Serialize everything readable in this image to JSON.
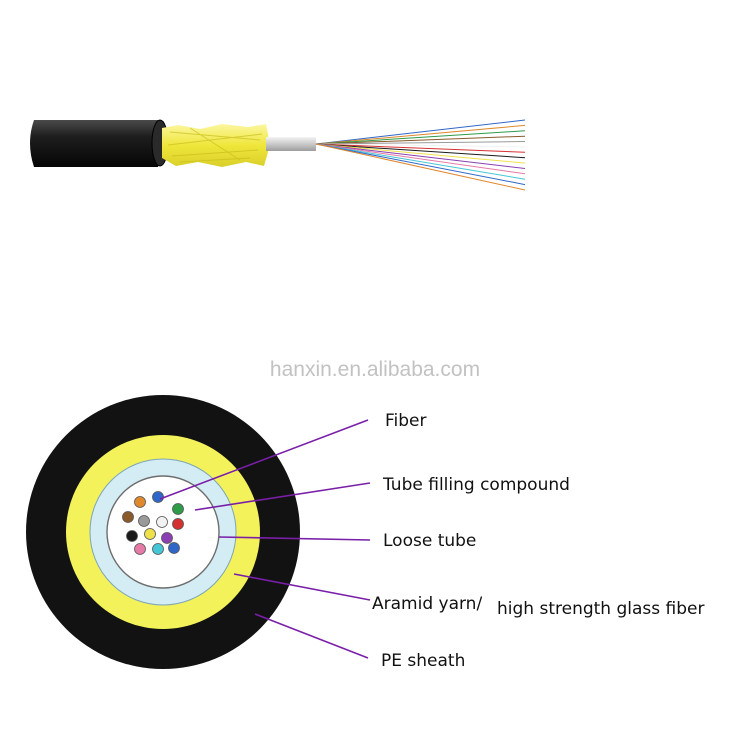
{
  "watermark": "hanxin.en.alibaba.com",
  "labels": {
    "fiber": "Fiber",
    "tube_filling_compound": "Tube filling compound",
    "loose_tube": "Loose tube",
    "aramid_yarn": "Aramid yarn/",
    "high_strength": "high strength glass fiber",
    "pe_sheath": "PE sheath"
  },
  "colors": {
    "sheath": "#121212",
    "aramid": "#f3f25a",
    "tube_gel": "#d4ecf3",
    "tube_inner": "#ffffff",
    "leader": "#7a1fa8",
    "fibers": [
      "#2f67c9",
      "#e0882c",
      "#2e9b48",
      "#8a5a2c",
      "#9a9a9a",
      "#f2f2f2",
      "#d63131",
      "#1a1a1a",
      "#efe14a",
      "#8b3fb2",
      "#e57aa6",
      "#44c6d6"
    ]
  }
}
